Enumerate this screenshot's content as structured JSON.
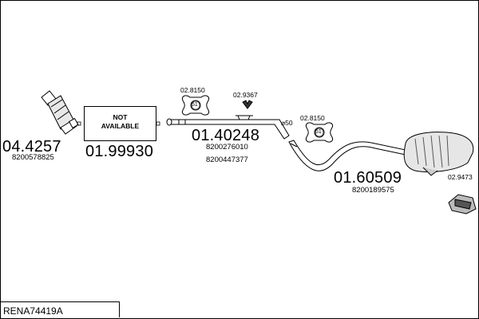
{
  "diagram": {
    "reference": "RENA74419A",
    "parts": [
      {
        "code": "04.4257",
        "oem": [
          "8200578825"
        ]
      },
      {
        "code": "01.99930",
        "note": "NOT\nAVAILABLE"
      },
      {
        "code": "01.40248",
        "oem": [
          "8200276010",
          "8200447377"
        ]
      },
      {
        "code": "01.60509",
        "oem": [
          "8200189575"
        ]
      }
    ],
    "accessories": [
      {
        "code": "02.8150",
        "badge": "51"
      },
      {
        "code": "02.9367"
      },
      {
        "code": "02.8150",
        "badge": "51"
      },
      {
        "code": "02.9473"
      }
    ],
    "dimension_label": "⌀50"
  }
}
